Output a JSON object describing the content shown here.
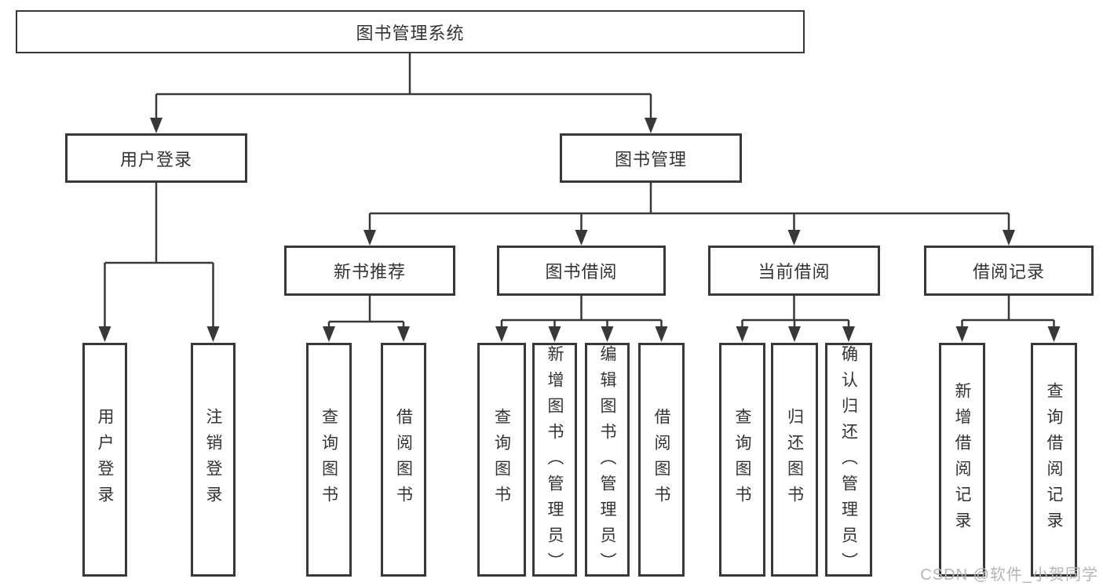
{
  "diagram_title": "图书管理系统",
  "tree": {
    "label": "图书管理系统",
    "children": [
      {
        "label": "用户登录",
        "children": [
          {
            "label": "用户登录"
          },
          {
            "label": "注销登录"
          }
        ]
      },
      {
        "label": "图书管理",
        "children": [
          {
            "label": "新书推荐",
            "children": [
              {
                "label": "查询图书"
              },
              {
                "label": "借阅图书"
              }
            ]
          },
          {
            "label": "图书借阅",
            "children": [
              {
                "label": "查询图书"
              },
              {
                "label": "新增图书（管理员）"
              },
              {
                "label": "编辑图书（管理员）"
              },
              {
                "label": "借阅图书"
              }
            ]
          },
          {
            "label": "当前借阅",
            "children": [
              {
                "label": "查询图书"
              },
              {
                "label": "归还图书"
              },
              {
                "label": "确认归还（管理员）"
              }
            ]
          },
          {
            "label": "借阅记录",
            "children": [
              {
                "label": "新增借阅记录"
              },
              {
                "label": "查询借阅记录"
              }
            ]
          }
        ]
      }
    ]
  },
  "watermark": {
    "text": "CSDN @软件_小贺同学"
  },
  "colors": {
    "line": "#383838",
    "text": "#333333",
    "watermark": "#b5b5b5"
  }
}
